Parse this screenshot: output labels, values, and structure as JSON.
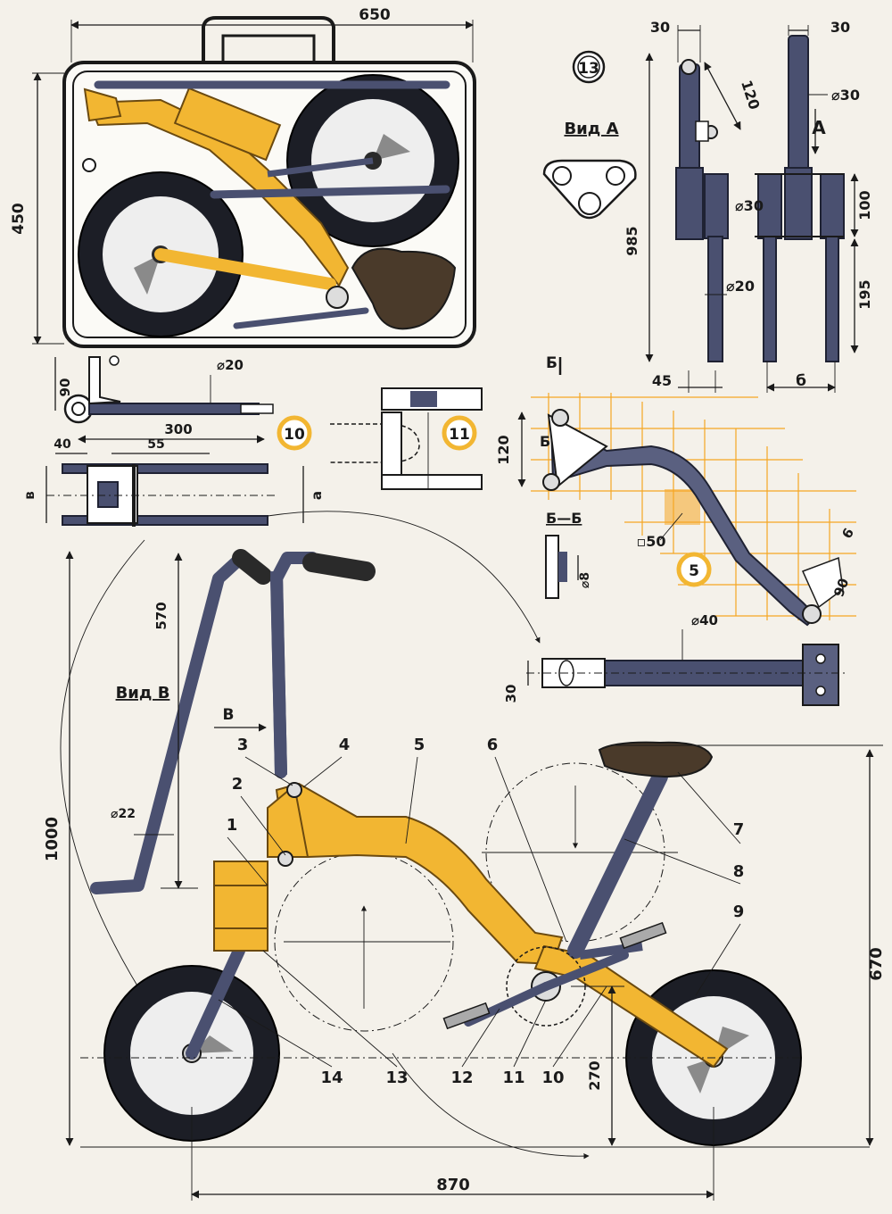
{
  "colors": {
    "paper": "#f4f1ea",
    "frame_orange": "#f2b632",
    "steel_blue": "#4a5070",
    "tire_black": "#1c1e26",
    "grid_orange": "#f5a623",
    "saddle_brown": "#4a3a2a"
  },
  "dimensions": {
    "case_width": "650",
    "case_height": "450",
    "fork_top_left": "30",
    "fork_top_right": "30",
    "fork_120": "120",
    "fork_d30_top": "⌀30",
    "fork_d30_mid": "⌀30",
    "fork_100": "100",
    "fork_985": "985",
    "fork_d20": "⌀20",
    "fork_195": "195",
    "fork_45": "45",
    "fork_b": "б",
    "part10_90": "90",
    "part10_d20": "⌀20",
    "part10_300": "300",
    "part10_40": "40",
    "part10_55": "55",
    "part10_v": "в",
    "part10_a": "а",
    "part5_120": "120",
    "part5_sq50": "▫50",
    "part5_6": "6",
    "part5_90": "90",
    "section_d8": "⌀8",
    "tube_d40": "⌀40",
    "tube_30": "30",
    "handle_570": "570",
    "handle_d22": "⌀22",
    "bike_1000": "1000",
    "bike_670": "670",
    "bike_270": "270",
    "bike_870": "870"
  },
  "labels": {
    "view_a": "Вид А",
    "view_v": "Вид В",
    "arrow_a": "А",
    "arrow_v": "В",
    "section_b_top": "Б",
    "section_b_mid": "Б",
    "section_bb": "Б—Б"
  },
  "callouts": {
    "c13": "13",
    "c10": "10",
    "c11": "11",
    "c5": "5"
  },
  "parts": [
    {
      "n": "1"
    },
    {
      "n": "2"
    },
    {
      "n": "3"
    },
    {
      "n": "4"
    },
    {
      "n": "5"
    },
    {
      "n": "6"
    },
    {
      "n": "7"
    },
    {
      "n": "8"
    },
    {
      "n": "9"
    },
    {
      "n": "10"
    },
    {
      "n": "11"
    },
    {
      "n": "12"
    },
    {
      "n": "13"
    },
    {
      "n": "14"
    }
  ]
}
